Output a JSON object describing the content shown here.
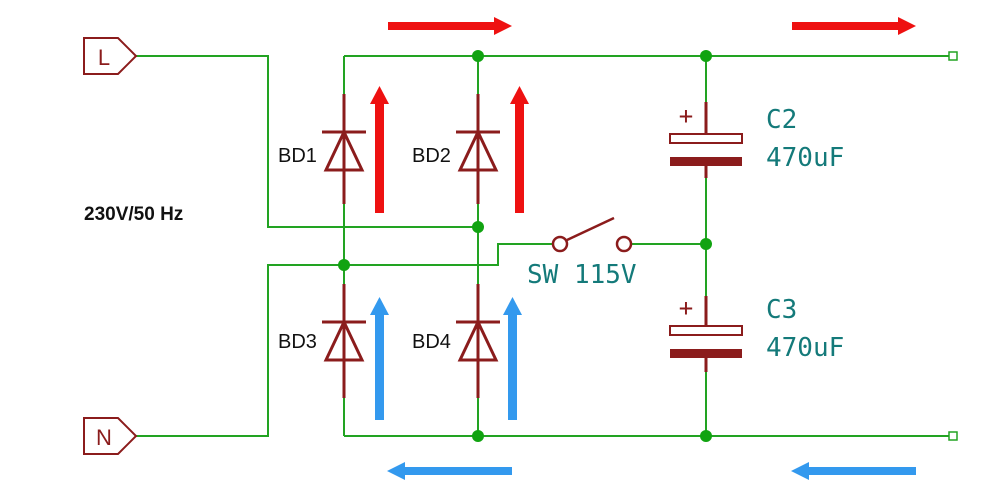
{
  "colors": {
    "wire": "#22a322",
    "junction": "#11a311",
    "component": "#8b1c1c",
    "label_teal": "#147a7a",
    "text_black": "#111111",
    "arrow_red": "#ee1111",
    "arrow_blue": "#3399ee",
    "endpoint": "#22a322"
  },
  "ports": {
    "line": "L",
    "neutral": "N"
  },
  "supply_label": "230V/50 Hz",
  "diodes": {
    "bd1": "BD1",
    "bd2": "BD2",
    "bd3": "BD3",
    "bd4": "BD4"
  },
  "capacitors": {
    "c2": {
      "ref": "C2",
      "value": "470uF",
      "plus": "+"
    },
    "c3": {
      "ref": "C3",
      "value": "470uF",
      "plus": "+"
    }
  },
  "switch": {
    "label": "SW 115V"
  },
  "arrow_icons": [
    "current-arrow-red-icon",
    "current-arrow-blue-icon"
  ]
}
